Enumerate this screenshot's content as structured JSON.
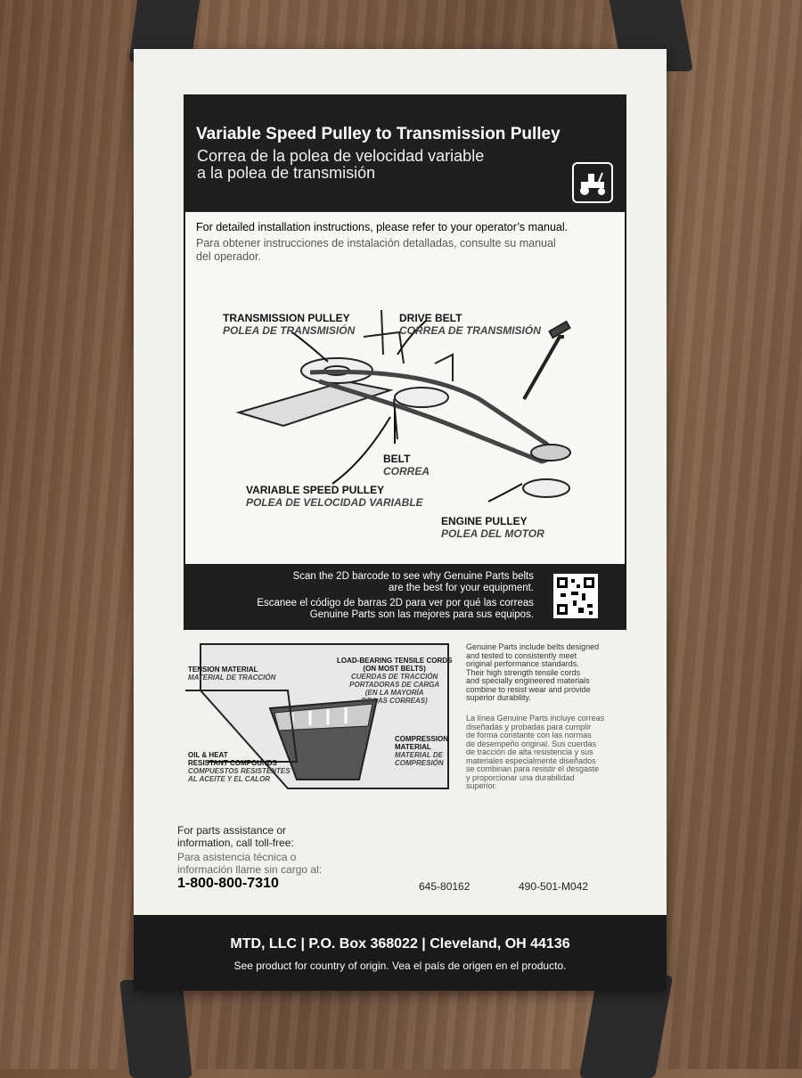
{
  "header": {
    "title": "Variable Speed Pulley to Transmission Pulley",
    "subtitle_line1": "Correa de la polea de velocidad variable",
    "subtitle_line2": "a la polea de transmisión",
    "icon": "riding-mower-icon"
  },
  "instructions": {
    "en": "For detailed installation instructions, please refer to your operator’s manual.",
    "es_line1": "Para obtener instrucciones de instalación detalladas, consulte su manual",
    "es_line2": "del operador."
  },
  "diagram_labels": [
    {
      "en": "TRANSMISSION PULLEY",
      "es": "POLEA DE TRANSMISIÓN"
    },
    {
      "en": "DRIVE BELT",
      "es": "CORREA DE TRANSMISIÓN"
    },
    {
      "en": "BELT",
      "es": "CORREA"
    },
    {
      "en": "VARIABLE SPEED PULLEY",
      "es": "POLEA DE VELOCIDAD VARIABLE"
    },
    {
      "en": "ENGINE PULLEY",
      "es": "POLEA DEL MOTOR"
    }
  ],
  "qr_band": {
    "en_line1": "Scan the 2D barcode to see why Genuine Parts belts",
    "en_line2": "are the best for your equipment.",
    "es_line1": "Escanee el código de barras 2D para ver por qué las correas",
    "es_line2": "Genuine Parts son las mejores para sus equipos."
  },
  "belt_cross_section": {
    "tension_en": "TENSION MATERIAL",
    "tension_es": "MATERIAL DE TRACCIÓN",
    "cords_en1": "LOAD-BEARING TENSILE CORDS",
    "cords_en2": "(ON MOST BELTS)",
    "cords_es1": "CUERDAS DE TRACCIÓN",
    "cords_es2": "PORTADORAS DE CARGA",
    "cords_es3": "(EN LA MAYORÍA",
    "cords_es4": "DE LAS CORREAS)",
    "oil_en1": "OIL & HEAT",
    "oil_en2": "RESISTANT COMPOUNDS",
    "oil_es1": "COMPUESTOS RESISTENTES",
    "oil_es2": "AL ACEITE Y EL CALOR",
    "comp_en1": "COMPRESSION",
    "comp_en2": "MATERIAL",
    "comp_es1": "MATERIAL DE",
    "comp_es2": "COMPRESIÓN"
  },
  "genuine_text_en": [
    "Genuine Parts include belts designed",
    "and tested to consistently meet",
    "original performance standards.",
    "Their high strength tensile cords",
    "and specially engineered materials",
    "combine to resist wear and provide",
    "superior durability."
  ],
  "genuine_text_es": [
    "La línea Genuine Parts incluye correas",
    "diseñadas y probadas para cumplir",
    "de forma constante con las normas",
    "de desempeño original. Sus cuerdas",
    "de tracción de alta resistencia y sus",
    "materiales especialmente diseñados",
    "se combinan para resistir el desgaste",
    "y proporcionar una durabilidad",
    "superior."
  ],
  "contact": {
    "en_line1": "For parts assistance or",
    "en_line2": "information, call toll-free:",
    "es_line1": "Para asistencia técnica o",
    "es_line2": "información llame sin cargo al:",
    "phone": "1-800-800-7310",
    "part_number": "645-80162",
    "form_number": "490-501-M042"
  },
  "footer": {
    "line1": "MTD, LLC  |  P.O. Box 368022  |  Cleveland, OH 44136",
    "line2": "See product for country of origin.  Vea el país de origen en el producto."
  }
}
